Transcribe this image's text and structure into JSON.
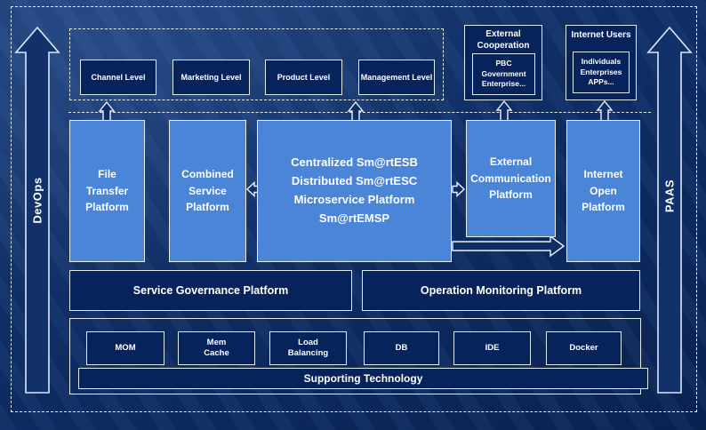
{
  "diagram": {
    "left_rail_label": "DevOps",
    "right_rail_label": "PAAS",
    "levels": {
      "channel": "Channel Level",
      "marketing": "Marketing Level",
      "product": "Product Level",
      "management": "Management Level"
    },
    "external_cooperation": {
      "title": "External\nCooperation",
      "members": "PBC Government\nEnterprise..."
    },
    "internet_users": {
      "title": "Internet Users",
      "members": "Individuals\nEnterprises\nAPPs..."
    },
    "platforms": {
      "file_transfer": "File\nTransfer\nPlatform",
      "combined_service": "Combined\nService\nPlatform",
      "esb": "Centralized Sm@rtESB\nDistributed Sm@rtESC\nMicroservice Platform Sm@rtEMSP",
      "external_communication": "External\nCommunication\nPlatform",
      "internet_open": "Internet\nOpen\nPlatform",
      "service_governance": "Service Governance Platform",
      "operation_monitoring": "Operation Monitoring Platform"
    },
    "supporting": {
      "items": [
        "MOM",
        "Mem\nCache",
        "Load\nBalancing",
        "DB",
        "IDE",
        "Docker"
      ],
      "bar_label": "Supporting Technology"
    },
    "colors": {
      "background": "#0f2c63",
      "panel_dark": "#07235c",
      "panel_light": "#4a85d8",
      "border_light": "#dfeafa",
      "text": "#ffffff"
    }
  }
}
